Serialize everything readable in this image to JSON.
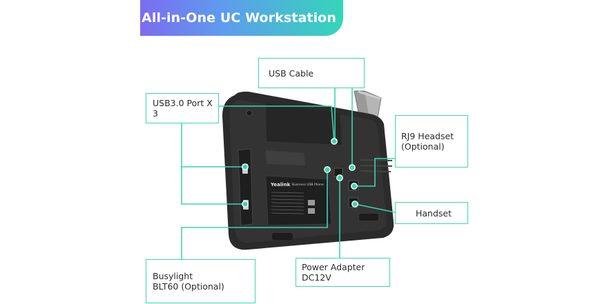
{
  "banner": {
    "title": "All-in-One UC Workstation"
  },
  "device": {
    "brand": "Yealink",
    "model_label": "Business USB Phone"
  },
  "callouts": {
    "usb_cable": "USB Cable",
    "usb3_port": "USB3.0 Port X 3",
    "rj9_headset": "RJ9 Headset\n(Optional)",
    "handset": "Handset",
    "busylight": "Busylight\nBLT60 (Optional)",
    "power_adapter": "Power Adapter DC12V"
  },
  "colors": {
    "accent_line": "#3dd5b0",
    "banner_start": "#7b6cf0",
    "banner_end": "#34d6b9",
    "device_body": "#2b2b2b",
    "busylight_top": "#e0322f"
  },
  "icons": [
    "laptop-icon",
    "headset-icon",
    "busylight-icon"
  ]
}
